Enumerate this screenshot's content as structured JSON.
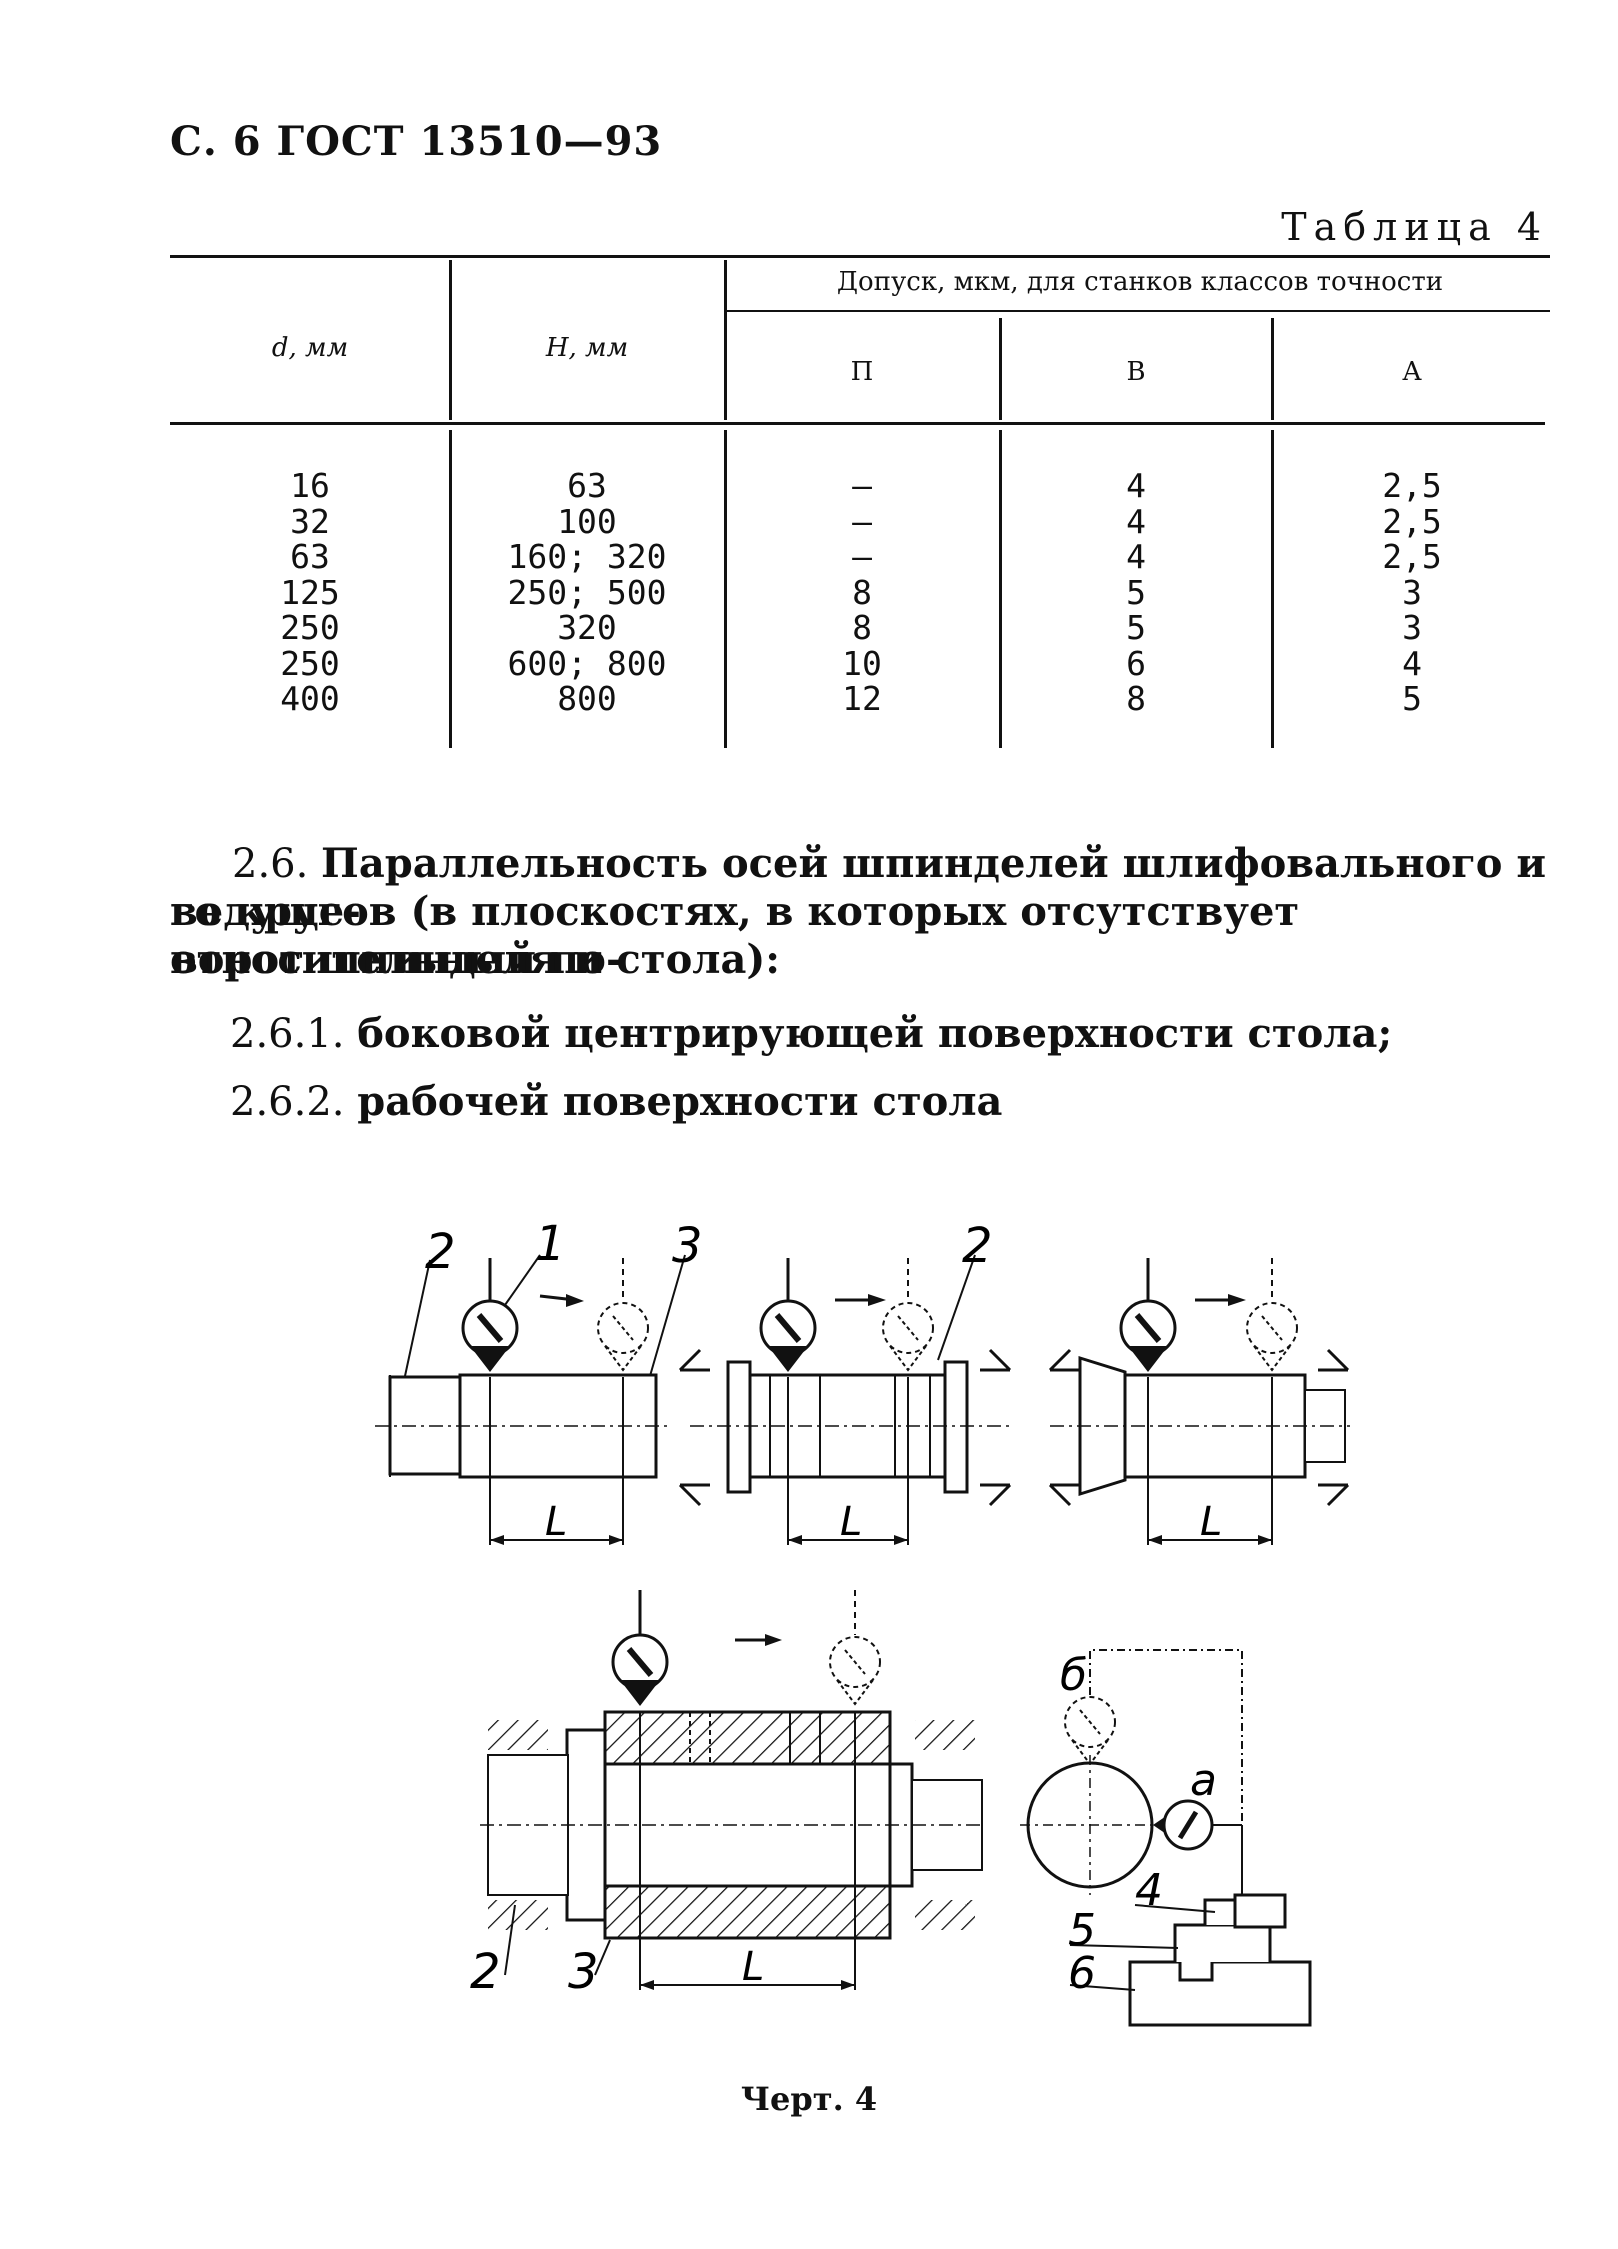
{
  "page_header": "С. 6 ГОСТ 13510—93",
  "table": {
    "caption": "Таблица 4",
    "col_d": "d, мм",
    "col_h": "H, мм",
    "tolerance_header": "Допуск, мкм, для станков классов точности",
    "classes": [
      "П",
      "В",
      "А"
    ],
    "rows": [
      {
        "d": "16",
        "h": "63",
        "p": "—",
        "b": "4",
        "a": "2,5"
      },
      {
        "d": "32",
        "h": "100",
        "p": "—",
        "b": "4",
        "a": "2,5"
      },
      {
        "d": "63",
        "h": "160; 320",
        "p": "—",
        "b": "4",
        "a": "2,5"
      },
      {
        "d": "125",
        "h": "250; 500",
        "p": "8",
        "b": "5",
        "a": "3"
      },
      {
        "d": "250",
        "h": "320",
        "p": "8",
        "b": "5",
        "a": "3"
      },
      {
        "d": "250",
        "h": "600; 800",
        "p": "10",
        "b": "6",
        "a": "4"
      },
      {
        "d": "400",
        "h": "800",
        "p": "12",
        "b": "8",
        "a": "5"
      }
    ]
  },
  "text": {
    "p26_num": "2.6.",
    "p26_lines": [
      "Параллельность осей шпинделей шлифовального и ведуще-",
      "го кругов (в плоскостях, в которых отсутствует относительный по-",
      "ворот шпинделя и стола):"
    ],
    "p261_num": "2.6.1.",
    "p261_text": "боковой центрирующей поверхности стола;",
    "p262_num": "2.6.2.",
    "p262_text": "рабочей поверхности стола"
  },
  "figure": {
    "labels": {
      "n1": "1",
      "n2": "2",
      "n3": "3",
      "n4": "4",
      "n5": "5",
      "n6": "6",
      "L": "L",
      "a": "а",
      "b": "б"
    },
    "caption": "Черт. 4"
  }
}
